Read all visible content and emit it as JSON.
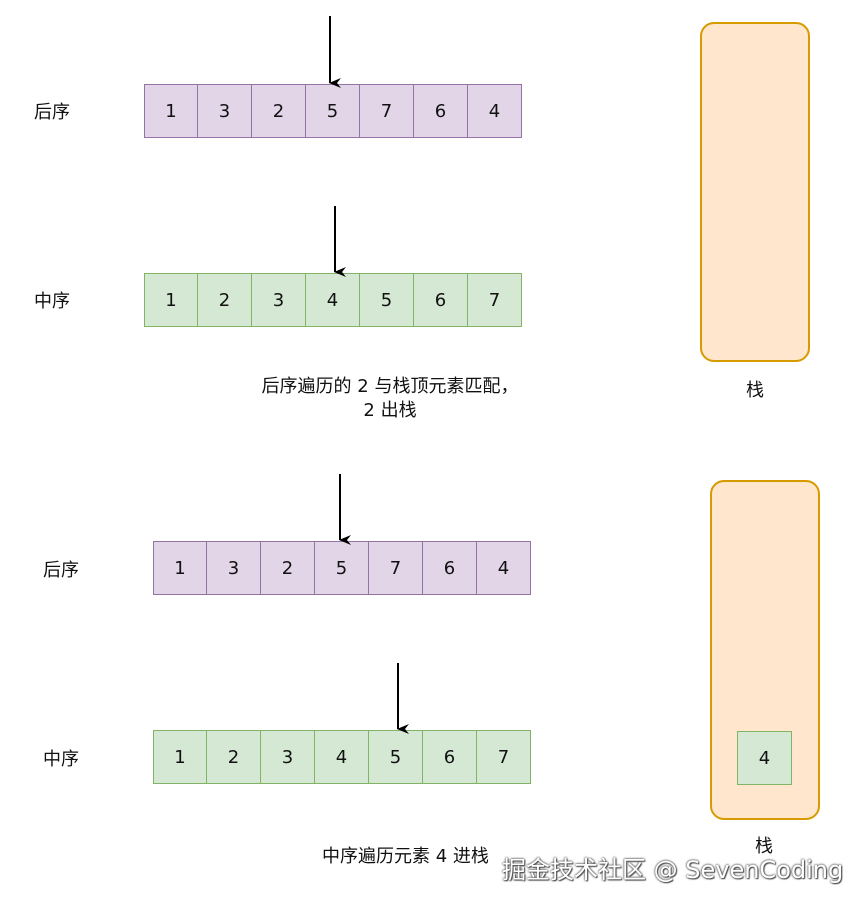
{
  "panel1": {
    "postorder_label": "后序",
    "postorder": [
      "1",
      "3",
      "2",
      "5",
      "7",
      "6",
      "4"
    ],
    "inorder_label": "中序",
    "inorder": [
      "1",
      "2",
      "3",
      "4",
      "5",
      "6",
      "7"
    ],
    "caption_line1": "后序遍历的 2 与栈顶元素匹配，",
    "caption_line2": "2 出栈",
    "stack_label": "栈",
    "stack_items": []
  },
  "panel2": {
    "postorder_label": "后序",
    "postorder": [
      "1",
      "3",
      "2",
      "5",
      "7",
      "6",
      "4"
    ],
    "inorder_label": "中序",
    "inorder": [
      "1",
      "2",
      "3",
      "4",
      "5",
      "6",
      "7"
    ],
    "caption": "中序遍历元素 4 进栈",
    "stack_label": "栈",
    "stack_items": [
      "4"
    ]
  },
  "watermark": "掘金技术社区 @ SevenCoding",
  "colors": {
    "purple_fill": "#e1d5e7",
    "purple_stroke": "#9673a6",
    "green_fill": "#d5e8d4",
    "green_stroke": "#82b366",
    "stack_fill": "#ffe6cc",
    "stack_stroke": "#d79b00"
  }
}
